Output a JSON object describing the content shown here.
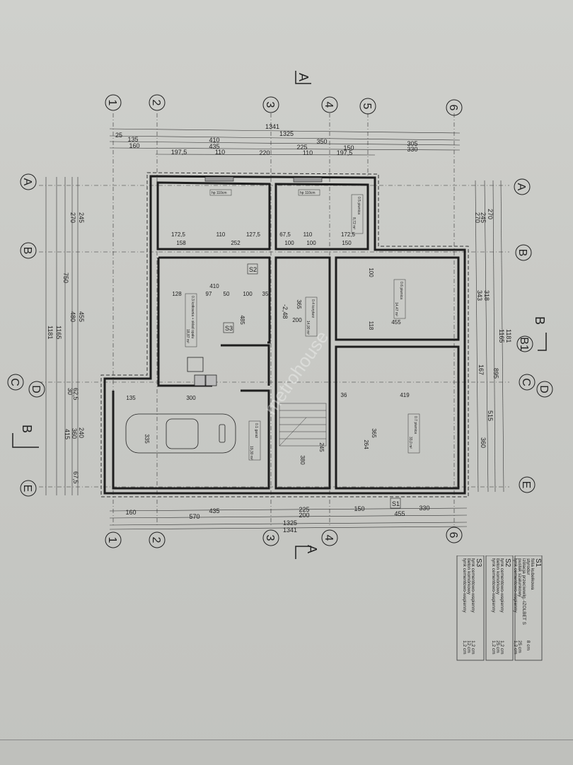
{
  "axes": {
    "cols": [
      "1",
      "2",
      "3",
      "4",
      "5",
      "6"
    ],
    "rows": [
      "A",
      "B",
      "C",
      "D",
      "E"
    ],
    "extra_row": "B1"
  },
  "sections": {
    "a": "A",
    "b": "B"
  },
  "top_dims": {
    "total_outer": "1341",
    "total_inner": "1325",
    "row1": [
      "135",
      "410",
      "350",
      "305"
    ],
    "row2": [
      "160",
      "435",
      "225",
      "150",
      "330"
    ],
    "row3": [
      "197,5",
      "110",
      "220",
      "110",
      "197,5"
    ],
    "wall": "25"
  },
  "bottom_dims": {
    "row1": [
      "160",
      "435",
      "225",
      "150",
      "330"
    ],
    "row2": [
      "570",
      "200",
      "455"
    ],
    "total_inner": "1325",
    "total_outer": "1341"
  },
  "left_dims": [
    "245",
    "270",
    "750",
    "455",
    "480",
    "1165",
    "1181",
    "62,5",
    "30",
    "240",
    "360",
    "415",
    "67,5"
  ],
  "right_dims": [
    "270",
    "245",
    "270",
    "318",
    "343",
    "1181",
    "1165",
    "167",
    "895",
    "515",
    "360"
  ],
  "rooms": [
    {
      "name": "0.1 garaż",
      "area": "19,30 m²"
    },
    {
      "name": "0.3 kotłownia + skład opału",
      "area": "18,87 m²"
    },
    {
      "name": "0.4 korytarz",
      "area": "14,90 m²"
    },
    {
      "name": "0.5 piwnica",
      "area": "8,72 m²"
    },
    {
      "name": "0.6 piwnica",
      "area": "14,47 m²"
    },
    {
      "name": "0.7 piwnica",
      "area": "33,0 m²"
    }
  ],
  "room_dims": [
    "172,5",
    "110",
    "127,5",
    "67,5",
    "110",
    "172,5",
    "158",
    "252",
    "100",
    "100",
    "150",
    "410",
    "128",
    "97",
    "50",
    "100",
    "35",
    "485",
    "365",
    "200",
    "455",
    "100",
    "118",
    "419",
    "365",
    "264",
    "300",
    "135",
    "335",
    "380",
    "245",
    "36"
  ],
  "window_labels": [
    "hp 110cm",
    "hp 110cm"
  ],
  "wall_tags": [
    "S2",
    "S3",
    "S1"
  ],
  "level": "-2,48",
  "watermark": "metrohouse",
  "legend": {
    "s1": {
      "title": "S1",
      "lines": [
        [
          "folia kubełkowa",
          ""
        ],
        [
          "styrodur",
          "8 cm"
        ],
        [
          "izolacja przeciwwilg.-IZOLBET S",
          ""
        ],
        [
          "pustak szalunkowy",
          "25 cm"
        ],
        [
          "tynk cementowo-wapienny",
          "1,2 cm"
        ]
      ]
    },
    "s2": {
      "title": "S2",
      "lines": [
        [
          "tynk cementowo-wapienny",
          "1,2 cm"
        ],
        [
          "beton komórkowy",
          "25 cm"
        ],
        [
          "tynk cementowo-wapienny",
          "1,2 cm"
        ]
      ]
    },
    "s3": {
      "title": "S3",
      "lines": [
        [
          "tynk cementowo-wapienny",
          "1,2 cm"
        ],
        [
          "beton komórkowy",
          "12 cm"
        ],
        [
          "tynk cementowo-wapienny",
          "1,2 cm"
        ]
      ]
    }
  },
  "colors": {
    "paper": "#c8c9c5",
    "ink": "#1e1e1e"
  }
}
